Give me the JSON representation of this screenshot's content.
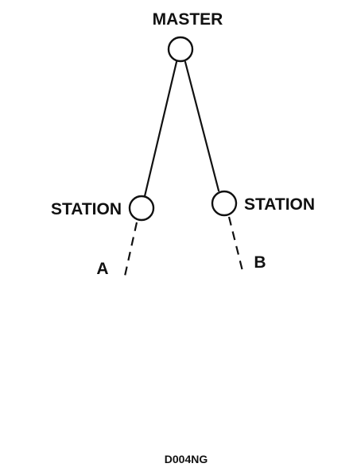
{
  "master": {
    "label": "MASTER"
  },
  "station_left": {
    "label": "STATION",
    "link_label": "A"
  },
  "station_right": {
    "label": "STATION",
    "link_label": "B"
  },
  "figure_code": "D004NG"
}
